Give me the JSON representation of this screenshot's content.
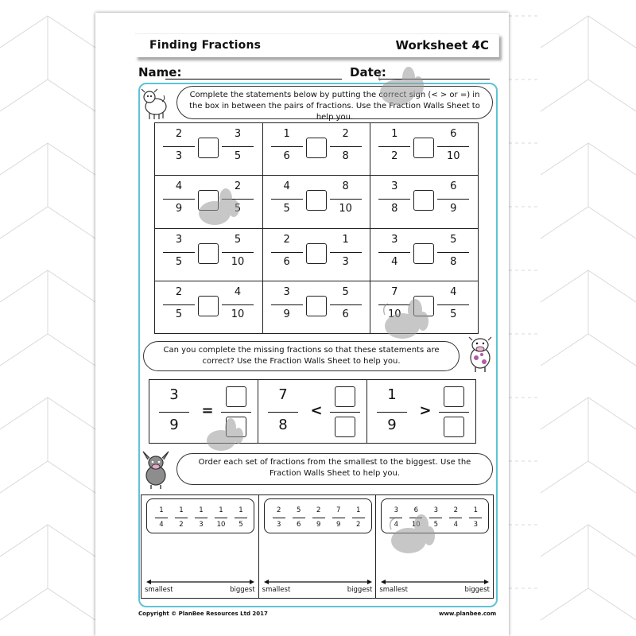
{
  "header": {
    "title": "Finding Fractions",
    "worksheet": "Worksheet 4C"
  },
  "fields": {
    "name_label": "Name:",
    "date_label": "Date:"
  },
  "instructions": {
    "compare": "Complete the statements below by putting the correct sign (< > or =) in the box in between the pairs of fractions. Use the Fraction Walls Sheet to help you.",
    "missing": "Can you complete the missing fractions so that these statements are correct? Use the Fraction Walls Sheet to help you.",
    "order": "Order each set of fractions from the smallest to the biggest. Use the Fraction Walls Sheet to help you."
  },
  "compare_pairs": [
    [
      {
        "a_n": "2",
        "a_d": "3",
        "b_n": "3",
        "b_d": "5"
      },
      {
        "a_n": "1",
        "a_d": "6",
        "b_n": "2",
        "b_d": "8"
      },
      {
        "a_n": "1",
        "a_d": "2",
        "b_n": "6",
        "b_d": "10"
      }
    ],
    [
      {
        "a_n": "4",
        "a_d": "9",
        "b_n": "2",
        "b_d": "5"
      },
      {
        "a_n": "4",
        "a_d": "5",
        "b_n": "8",
        "b_d": "10"
      },
      {
        "a_n": "3",
        "a_d": "8",
        "b_n": "6",
        "b_d": "9"
      }
    ],
    [
      {
        "a_n": "3",
        "a_d": "5",
        "b_n": "5",
        "b_d": "10"
      },
      {
        "a_n": "2",
        "a_d": "6",
        "b_n": "1",
        "b_d": "3"
      },
      {
        "a_n": "3",
        "a_d": "4",
        "b_n": "5",
        "b_d": "8"
      }
    ],
    [
      {
        "a_n": "2",
        "a_d": "5",
        "b_n": "4",
        "b_d": "10"
      },
      {
        "a_n": "3",
        "a_d": "9",
        "b_n": "5",
        "b_d": "6"
      },
      {
        "a_n": "7",
        "a_d": "10",
        "b_n": "4",
        "b_d": "5"
      }
    ]
  ],
  "missing_statements": [
    {
      "n": "3",
      "d": "9",
      "sign": "="
    },
    {
      "n": "7",
      "d": "8",
      "sign": "<"
    },
    {
      "n": "1",
      "d": "9",
      "sign": ">"
    }
  ],
  "order_sets": [
    {
      "fractions": [
        {
          "n": "1",
          "d": "4"
        },
        {
          "n": "1",
          "d": "2"
        },
        {
          "n": "1",
          "d": "3"
        },
        {
          "n": "1",
          "d": "10"
        },
        {
          "n": "1",
          "d": "5"
        }
      ]
    },
    {
      "fractions": [
        {
          "n": "2",
          "d": "3"
        },
        {
          "n": "5",
          "d": "6"
        },
        {
          "n": "2",
          "d": "9"
        },
        {
          "n": "7",
          "d": "9"
        },
        {
          "n": "1",
          "d": "2"
        }
      ]
    },
    {
      "fractions": [
        {
          "n": "3",
          "d": "4"
        },
        {
          "n": "6",
          "d": "10"
        },
        {
          "n": "3",
          "d": "5"
        },
        {
          "n": "2",
          "d": "4"
        },
        {
          "n": "1",
          "d": "3"
        }
      ]
    }
  ],
  "order_labels": {
    "smallest": "smallest",
    "biggest": "biggest"
  },
  "footer": {
    "copyright": "Copyright © PlanBee Resources Ltd 2017",
    "url": "www.planbee.com"
  },
  "colors": {
    "frame": "#5ec3d6",
    "watermark": "#9a9a9a",
    "background_lines": "#d9d9d9"
  }
}
